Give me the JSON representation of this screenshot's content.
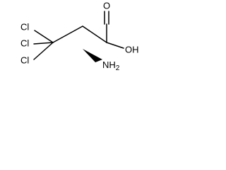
{
  "molecule": {
    "atoms": {
      "cl_top": "Cl",
      "cl_left": "Cl",
      "cl_bottom": "Cl",
      "oxygen_carbonyl": "O",
      "hydroxyl": "OH",
      "amine": "NH",
      "amine_subscript": "2"
    },
    "stereo_wedge_at": "alpha-carbon",
    "colors": {
      "bond": "#000000",
      "label": "#000000",
      "background": "#ffffff"
    }
  }
}
